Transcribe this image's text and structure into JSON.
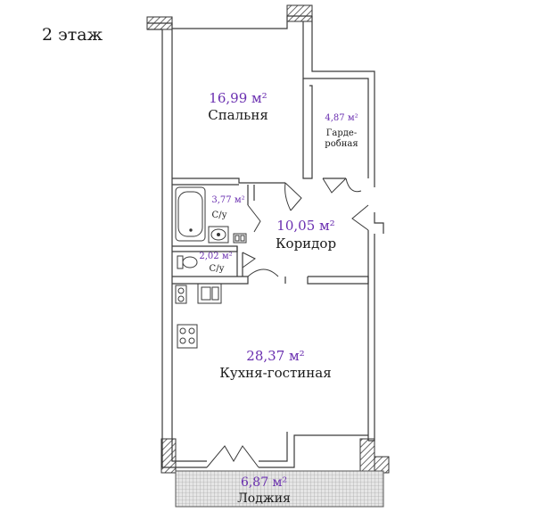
{
  "floor": {
    "label": "2 этаж"
  },
  "rooms": {
    "bedroom": {
      "area": "16,99 м²",
      "name": "Спальня"
    },
    "wardrobe": {
      "area": "4,87 м²",
      "name_line1": "Гарде-",
      "name_line2": "робная"
    },
    "bath1": {
      "area": "3,77 м²",
      "name": "С/у"
    },
    "corridor": {
      "area": "10,05 м²",
      "name": "Коридор"
    },
    "bath2": {
      "area": "2,02 м²",
      "name": "С/у"
    },
    "kitchen": {
      "area": "28,37 м²",
      "name": "Кухня-гостиная"
    },
    "loggia": {
      "area": "6,87 м²",
      "name": "Лоджия"
    }
  },
  "colors": {
    "area_text": "#6a2fb0",
    "wall": "#3a3a3a",
    "hatch": "#444444",
    "loggia_fill": "#e6e6e6"
  }
}
